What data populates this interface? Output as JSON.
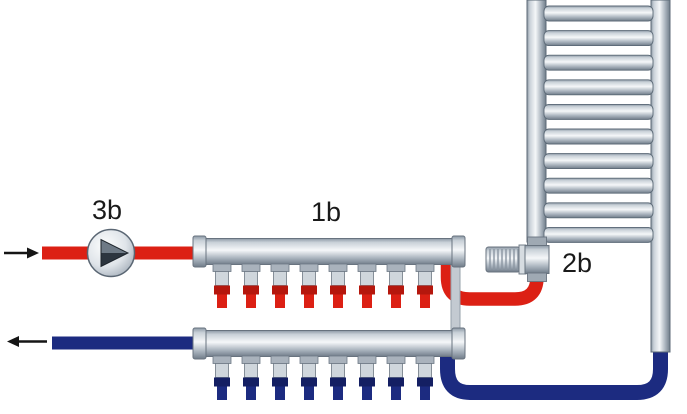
{
  "diagram": {
    "labels": {
      "pump": "3b",
      "supply_manifold": "1b",
      "radiator_valve": "2b"
    },
    "colors": {
      "supply_pipe": "#dc2014",
      "supply_pipe_dark": "#b5170d",
      "return_pipe": "#1c2b80",
      "return_pipe_dark": "#141f63",
      "arrow": "#151515",
      "background": "#ffffff"
    },
    "radiator": {
      "rungs": 10
    },
    "manifolds": {
      "supply_outlets": 8,
      "return_outlets": 8
    }
  }
}
